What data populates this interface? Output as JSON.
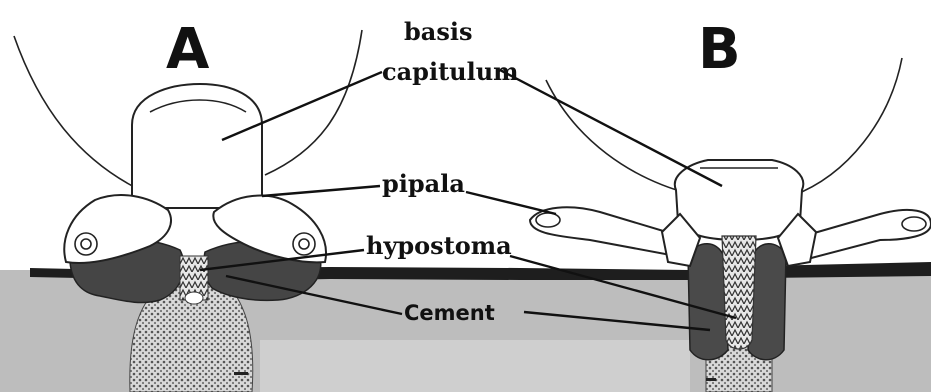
{
  "panels": {
    "a_label": "A",
    "b_label": "B"
  },
  "callouts": {
    "basis_line1": "basis",
    "basis_line2": "capitulum",
    "pipala": "pipala",
    "hypostoma": "hypostoma",
    "cement": "Cement"
  },
  "colors": {
    "skin_surface": "#222222",
    "tissue": "#b9b9b9",
    "cement_fill": "#8a8a8a",
    "mouthpart_dark": "#4a4a4a"
  }
}
